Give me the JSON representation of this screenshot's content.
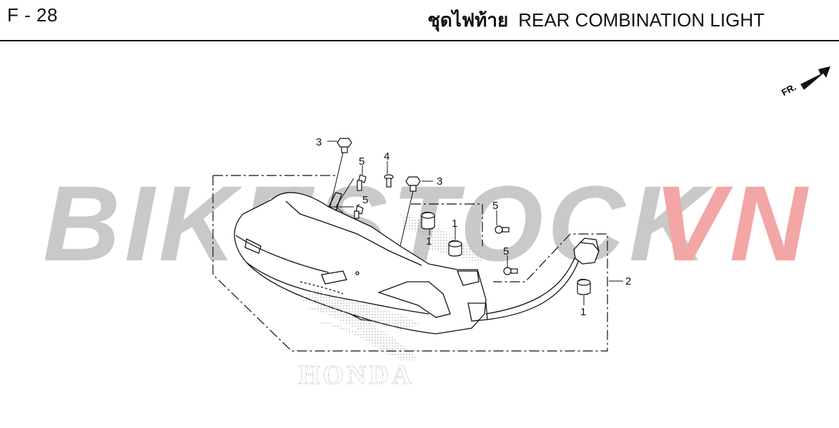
{
  "header": {
    "page_code": "F - 28",
    "title_thai": "ชุดไฟท้าย",
    "title_en": "REAR COMBINATION LIGHT"
  },
  "watermark": {
    "text_main": "BIKESTOCK",
    "text_accent": "VN",
    "color_main": "#c9c9c9",
    "color_accent": "#f2a6a6"
  },
  "brand_mark": {
    "text": "HONDA"
  },
  "front_indicator": {
    "label": "FR."
  },
  "callouts": {
    "c3a": "3",
    "c5a": "5",
    "c4": "4",
    "c3b": "3",
    "c5b": "5",
    "c5c": "5",
    "c1a": "1",
    "c1b": "1",
    "c5d": "5",
    "c2": "2",
    "c1c": "1"
  },
  "colors": {
    "line": "#111111",
    "rule": "#111111"
  }
}
